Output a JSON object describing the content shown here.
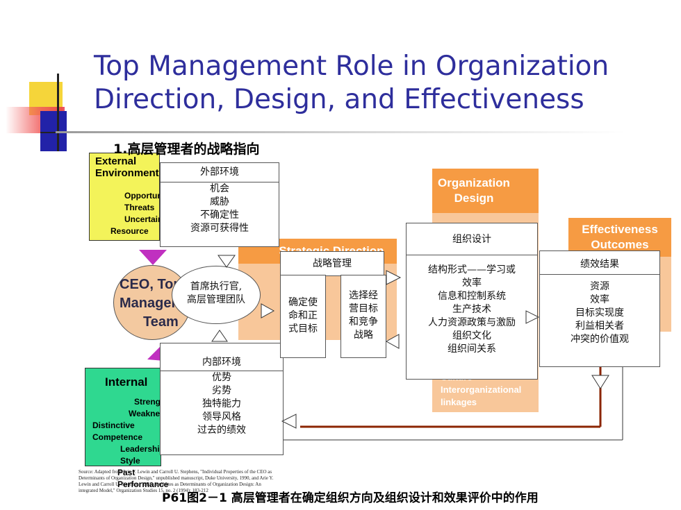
{
  "title_line1": "Top Management Role in Organization",
  "title_line2": "Direction, Design, and Effectiveness",
  "subtitle": "1.高层管理者的战略指向",
  "external": {
    "header": "External Environment",
    "lines": [
      "Opportunities",
      "Threats",
      "Uncertainty",
      "Resource"
    ]
  },
  "external_cn": {
    "header": "外部环境",
    "lines": [
      "机会",
      "威胁",
      "不确定性",
      "资源可获得性"
    ]
  },
  "ceo": {
    "en1": "CEO, Top",
    "en2": "Management",
    "en3": "Team",
    "cn": "首席执行官,\n高层管理团队"
  },
  "strategic": {
    "header": "Strategic Direction",
    "header_cn": "战略管理",
    "left_cn": "确定使\n命和正\n式目标",
    "right_cn": "选择经\n营目标\n和竞争\n战略"
  },
  "org_design": {
    "header": "Organization Design",
    "header_cn": "组织设计",
    "lines_cn": [
      "结构形式——学习或",
      "效率",
      "信息和控制系统",
      "生产技术",
      "人力资源政策与激励",
      "组织文化",
      "组织间关系"
    ],
    "bottom_en": [
      "Culture",
      "Interorganizational",
      "linkages"
    ]
  },
  "effectiveness": {
    "header": "Effectiveness Outcomes",
    "header_cn": "绩效结果",
    "lines_cn": [
      "资源",
      "效率",
      "目标实现度",
      "利益相关者",
      "冲突的价值观"
    ]
  },
  "internal": {
    "header": "Internal",
    "lines": [
      "Strengths",
      "Weaknesses",
      "Distinctive Competence",
      "Leadership Style",
      "Past Performance"
    ]
  },
  "internal_cn": {
    "header": "内部环境",
    "lines": [
      "优势",
      "劣势",
      "独特能力",
      "领导风格",
      "过去的绩效"
    ]
  },
  "source": "Source: Adapted from Arie Y. Lewin and Carroll U. Stephens, \"Individual Properties of the CEO as Determinants of Organization Design,\" unpublished manuscript, Duke University, 1990, and Arie Y. Lewin and Carroll U. Stephens, \"CEO Attributes as Determinants of Organization Design: An integrated Model,\" Organization Studies 15, no. 2 (1994): 183-212",
  "caption": "P61图2－1 高层管理者在确定组织方向及组织设计和效果评价中的作用"
}
